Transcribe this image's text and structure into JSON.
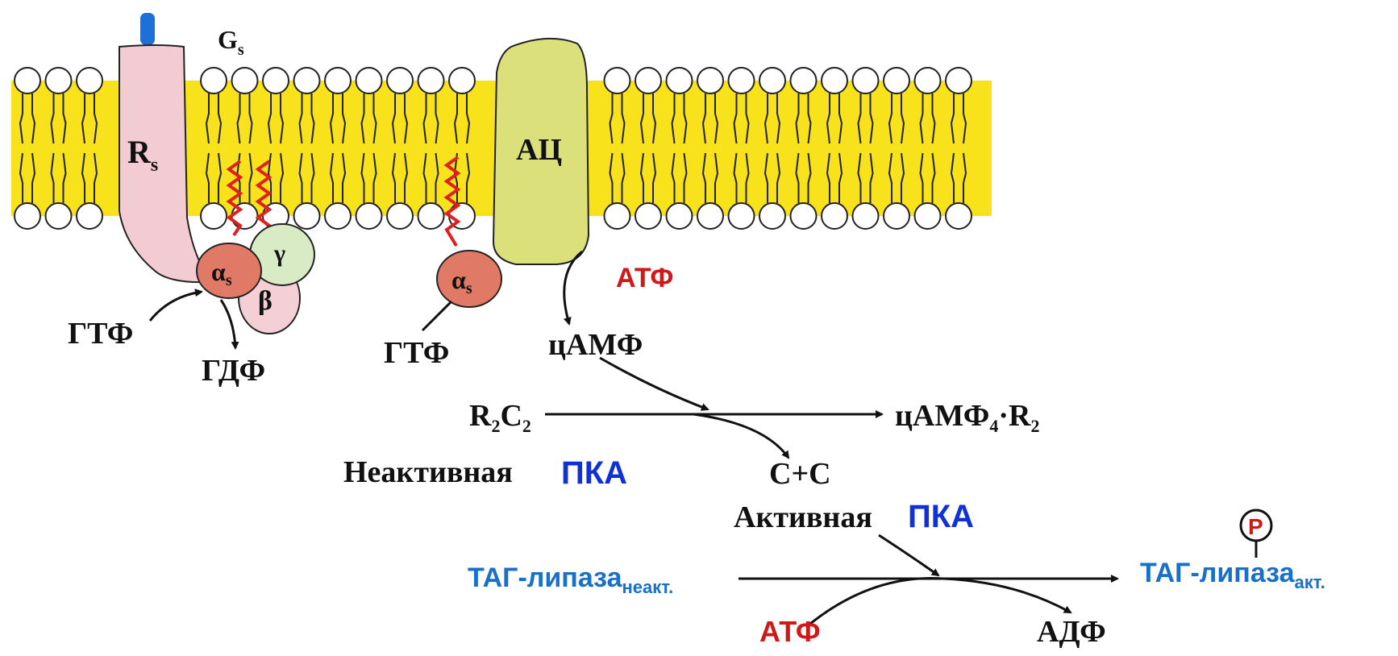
{
  "labels": {
    "gs": "G",
    "gs_sub": "s",
    "rs": "R",
    "rs_sub": "s",
    "ac": "АЦ",
    "alpha": "α",
    "alpha_sub": "s",
    "gamma": "γ",
    "beta": "β",
    "gtp_left": "ГТФ",
    "gdp": "ГДФ",
    "gtp_mid": "ГТФ",
    "atp_top": "АТФ",
    "camp": "цАМФ",
    "r2c2_r": "R",
    "r2c2_2a": "2",
    "r2c2_c": "C",
    "r2c2_2b": "2",
    "inactive_pka_text": "Неактивная",
    "inactive_pka_label": "ПКА",
    "camp4r2_a": "цАМФ",
    "camp4r2_4": "4",
    "camp4r2_b": "·R",
    "camp4r2_2": "2",
    "c_plus_c": "C+C",
    "active_pka_text": "Активная",
    "active_pka_label": "ПКА",
    "tag_lipase": "ТАГ-липаза",
    "tag_inactive_sub": "неакт.",
    "tag_active_sub": "акт.",
    "phosphate": "P",
    "atp_bottom": "АТФ",
    "adp": "АДФ"
  },
  "colors": {
    "membrane": "#f7e21b",
    "lipid_head": "#ffffff",
    "receptor": "#f3cbd3",
    "adenylate_cyclase": "#dbe07a",
    "alpha_subunit": "#e07a66",
    "gamma_subunit": "#d8ebc4",
    "beta_subunit": "#f4cfd6",
    "anchor_zigzag": "#e02020",
    "ligand": "#1f6fd8",
    "red_text": "#d01818",
    "blue_text": "#1030d8",
    "light_blue_text": "#1870c8"
  }
}
